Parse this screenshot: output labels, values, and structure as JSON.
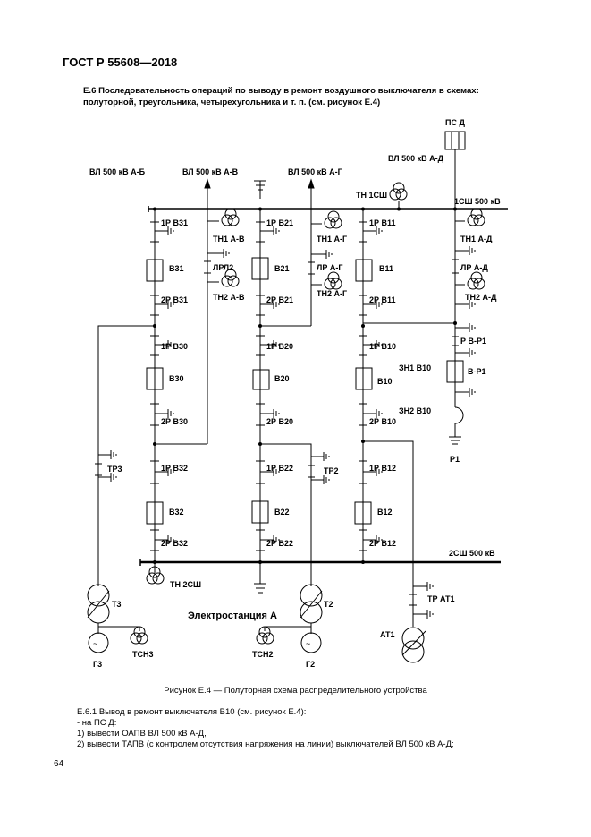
{
  "header": "ГОСТ Р 55608—2018",
  "intro": "Е.6 Последовательность операций по выводу в ремонт воздушного выключателя в схемах: полуторной, треугольника, четырехугольника и т. п. (см. рисунок Е.4)",
  "diagram": {
    "labels": {
      "ps_d": "ПС Д",
      "vl_ad": "ВЛ 500 кВ А-Д",
      "vl_ab": "ВЛ 500 кВ А-Б",
      "vl_av": "ВЛ 500 кВ А-В",
      "vl_ag": "ВЛ 500 кВ А-Г",
      "tn_1sh": "ТН 1СШ",
      "bus1": "1СШ 500 кВ",
      "bus2": "2СШ 500 кВ",
      "r1v31": "1Р В31",
      "v31": "В31",
      "r2v31": "2Р В31",
      "r1v30": "1Р В30",
      "v30": "В30",
      "r2v30": "2Р В30",
      "r1v32": "1Р В32",
      "v32": "В32",
      "r2v32": "2Р В32",
      "r1v21": "1Р В21",
      "v21": "В21",
      "r2v21": "2Р В21",
      "r1v20": "1Р В20",
      "v20": "В20",
      "r2v20": "2Р В20",
      "r1v22": "1Р В22",
      "v22": "В22",
      "r2v22": "2Р В22",
      "r1v11": "1Р В11",
      "v11": "В11",
      "r2v11": "2Р В11",
      "r1v10": "1Р В10",
      "v10": "В10",
      "r2v10": "2Р В10",
      "r1v12": "1Р В12",
      "v12": "В12",
      "r2v12": "2Р В12",
      "tn1av": "ТН1 А-В",
      "lrl2": "ЛРЛ2",
      "tn2av": "ТН2 А-В",
      "tn1ag": "ТН1 А-Г",
      "lrag": "ЛР А-Г",
      "tn2ag": "ТН2 А-Г",
      "tn1ad": "ТН1 А-Д",
      "lrad": "ЛР А-Д",
      "tn2ad": "ТН2 А-Д",
      "rvr1": "Р В-Р1",
      "vr1": "В-Р1",
      "r1": "Р1",
      "zn1v10": "ЗН1 В10",
      "zn2v10": "ЗН2 В10",
      "tr3": "ТР3",
      "tr2": "ТР2",
      "trat1": "ТР АТ1",
      "tn2sh": "ТН 2СШ",
      "t3": "Т3",
      "t2": "Т2",
      "at1": "АТ1",
      "g3": "Г3",
      "g2": "Г2",
      "tsn3": "ТСН3",
      "tsn2": "ТСН2",
      "station": "Электростанция А"
    }
  },
  "caption": "Рисунок Е.4 — Полуторная схема распределительного устройства",
  "paragraphs": [
    "Е.6.1 Вывод в ремонт выключателя В10 (см. рисунок Е.4):",
    "- на ПС Д:",
    "1) вывести ОАПВ ВЛ 500 кВ А-Д,",
    "2) вывести ТАПВ (с контролем отсутствия напряжения на линии) выключателей ВЛ 500 кВ А-Д;"
  ],
  "page_number": "64"
}
